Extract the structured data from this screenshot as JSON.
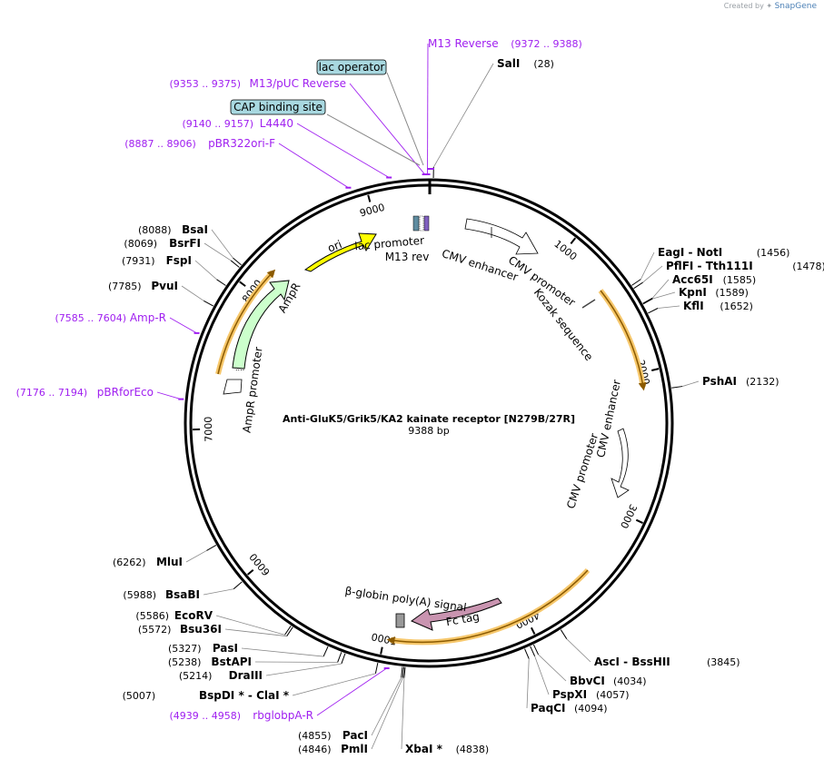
{
  "credit": {
    "text": "Created by",
    "brand": "SnapGene"
  },
  "map": {
    "title": "Anti-GluK5/Grik5/KA2 kainate receptor [N279B/27R]",
    "size_label": "9388 bp",
    "total_bp": 9388
  },
  "ticks": [
    {
      "bp": 1000,
      "label": "1000"
    },
    {
      "bp": 2000,
      "label": "2000"
    },
    {
      "bp": 3000,
      "label": "3000"
    },
    {
      "bp": 4000,
      "label": "4000"
    },
    {
      "bp": 5000,
      "label": "5000"
    },
    {
      "bp": 6000,
      "label": "6000"
    },
    {
      "bp": 7000,
      "label": "7000"
    },
    {
      "bp": 8000,
      "label": "8000"
    },
    {
      "bp": 9000,
      "label": "9000"
    }
  ],
  "enzymes": [
    {
      "bp": 28,
      "name": "SalI",
      "pos": "(28)"
    },
    {
      "bp": 1456,
      "name": "EagI  -  NotI",
      "pos": "(1456)"
    },
    {
      "bp": 1478,
      "name": "PflFI  -  Tth111I",
      "pos": "(1478)"
    },
    {
      "bp": 1585,
      "name": "Acc65I",
      "pos": "(1585)"
    },
    {
      "bp": 1589,
      "name": "KpnI",
      "pos": "(1589)"
    },
    {
      "bp": 1652,
      "name": "KflI",
      "pos": "(1652)"
    },
    {
      "bp": 2132,
      "name": "PshAI",
      "pos": "(2132)"
    },
    {
      "bp": 3845,
      "name": "AscI  -  BssHII",
      "pos": "(3845)"
    },
    {
      "bp": 4034,
      "name": "BbvCI",
      "pos": "(4034)"
    },
    {
      "bp": 4057,
      "name": "PspXI",
      "pos": "(4057)"
    },
    {
      "bp": 4094,
      "name": "PaqCI",
      "pos": "(4094)"
    },
    {
      "bp": 4838,
      "name": "XbaI *",
      "pos": "(4838)"
    },
    {
      "bp": 4846,
      "name": "PmlI",
      "pos": "(4846)"
    },
    {
      "bp": 4855,
      "name": "PacI",
      "pos": "(4855)"
    },
    {
      "bp": 5007,
      "name": "BspDI *  -  ClaI *",
      "pos": "(5007)"
    },
    {
      "bp": 5214,
      "name": "DraIII",
      "pos": "(5214)"
    },
    {
      "bp": 5238,
      "name": "BstAPI",
      "pos": "(5238)"
    },
    {
      "bp": 5327,
      "name": "PasI",
      "pos": "(5327)"
    },
    {
      "bp": 5572,
      "name": "Bsu36I",
      "pos": "(5572)"
    },
    {
      "bp": 5586,
      "name": "EcoRV",
      "pos": "(5586)"
    },
    {
      "bp": 5988,
      "name": "BsaBI",
      "pos": "(5988)"
    },
    {
      "bp": 6262,
      "name": "MluI",
      "pos": "(6262)"
    },
    {
      "bp": 7785,
      "name": "PvuI",
      "pos": "(7785)"
    },
    {
      "bp": 7931,
      "name": "FspI",
      "pos": "(7931)"
    },
    {
      "bp": 8069,
      "name": "BsrFI",
      "pos": "(8069)"
    },
    {
      "bp": 8088,
      "name": "BsaI",
      "pos": "(8088)"
    }
  ],
  "primers": [
    {
      "bp": 9380,
      "name": "M13 Reverse",
      "pos": "(9372 .. 9388)"
    },
    {
      "bp": 9364,
      "name": "M13/pUC Reverse",
      "pos": "(9353 .. 9375)"
    },
    {
      "bp": 9148,
      "name": "L4440",
      "pos": "(9140 .. 9157)"
    },
    {
      "bp": 8896,
      "name": "pBR322ori-F",
      "pos": "(8887 .. 8906)"
    },
    {
      "bp": 7594,
      "name": "Amp-R",
      "pos": "(7585 .. 7604)"
    },
    {
      "bp": 7185,
      "name": "pBRforEco",
      "pos": "(7176 .. 7194)"
    },
    {
      "bp": 4948,
      "name": "rbglobpA-R",
      "pos": "(4939 .. 4958)"
    }
  ],
  "boxed_labels": [
    {
      "name": "lac operator"
    },
    {
      "name": "CAP binding site"
    }
  ],
  "features": {
    "ori": "ori",
    "lac_promoter": "lac promoter",
    "m13_rev": "M13 rev",
    "cmv_enhancer_1": "CMV enhancer",
    "cmv_promoter_1": "CMV promoter",
    "kozak": "Kozak sequence",
    "cmv_enhancer_2": "CMV enhancer",
    "cmv_promoter_2": "CMV promoter",
    "fc_tag": "Fc tag",
    "globin": "β-globin poly(A) signal",
    "ampr": "AmpR",
    "ampr_promoter": "AmpR promoter"
  },
  "colors": {
    "backbone": "#000000",
    "primer": "#a020f0",
    "ori": "#ffff00",
    "ampr": "#ccffcc",
    "fc_tag": "#c994b0",
    "orf_highlight": "#f6c76b",
    "orf_arrow": "#8b5a00",
    "boxed_fill": "#a8d8e0",
    "polyA": "#999999"
  }
}
